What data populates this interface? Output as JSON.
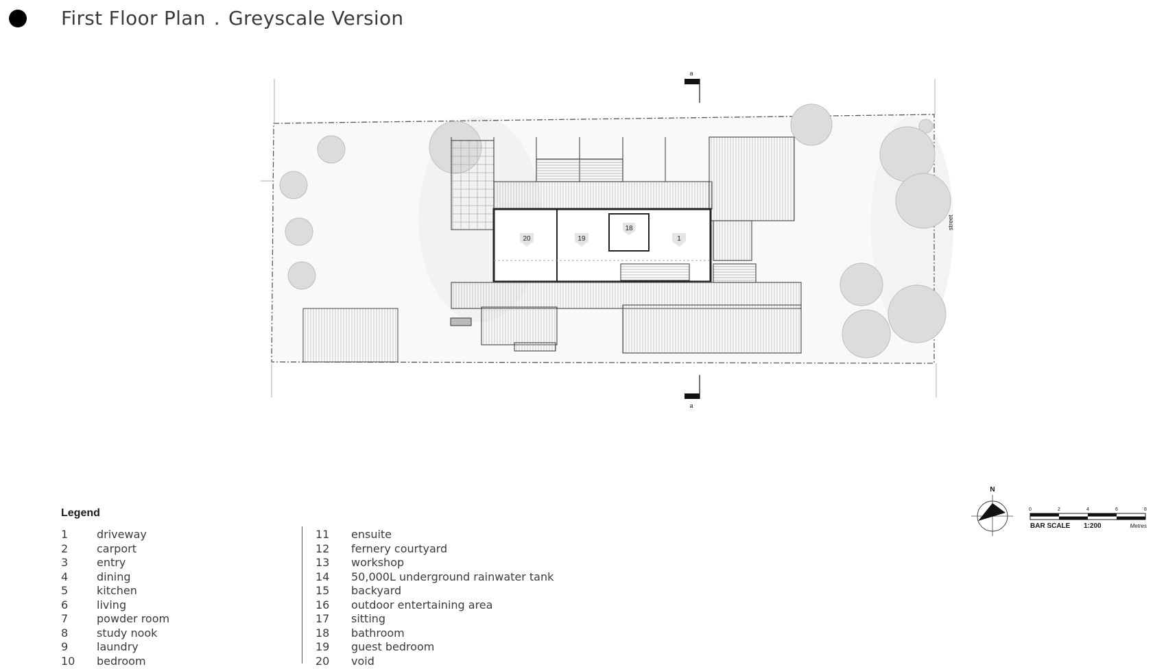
{
  "header": {
    "title_left": "First Floor Plan",
    "title_sep": ".",
    "title_right": "Greyscale Version"
  },
  "plan": {
    "section_marker": "a",
    "street_label": "street",
    "room_tags": [
      "20",
      "19",
      "18",
      "1"
    ]
  },
  "legend": {
    "title": "Legend",
    "column1": [
      {
        "num": "1",
        "label": "driveway"
      },
      {
        "num": "2",
        "label": "carport"
      },
      {
        "num": "3",
        "label": "entry"
      },
      {
        "num": "4",
        "label": "dining"
      },
      {
        "num": "5",
        "label": "kitchen"
      },
      {
        "num": "6",
        "label": "living"
      },
      {
        "num": "7",
        "label": "powder room"
      },
      {
        "num": "8",
        "label": "study nook"
      },
      {
        "num": "9",
        "label": "laundry"
      },
      {
        "num": "10",
        "label": "bedroom"
      }
    ],
    "column2": [
      {
        "num": "11",
        "label": "ensuite"
      },
      {
        "num": "12",
        "label": "fernery courtyard"
      },
      {
        "num": "13",
        "label": "workshop"
      },
      {
        "num": "14",
        "label": "50,000L underground rainwater tank"
      },
      {
        "num": "15",
        "label": "backyard"
      },
      {
        "num": "16",
        "label": "outdoor entertaining area"
      },
      {
        "num": "17",
        "label": "sitting"
      },
      {
        "num": "18",
        "label": "bathroom"
      },
      {
        "num": "19",
        "label": "guest bedroom"
      },
      {
        "num": "20",
        "label": "void"
      }
    ]
  },
  "north_arrow": {
    "label": "N"
  },
  "bar_scale": {
    "ticks": [
      "0",
      "2",
      "4",
      "6",
      "8"
    ],
    "label": "BAR SCALE",
    "ratio": "1:200",
    "unit": "Metres"
  }
}
